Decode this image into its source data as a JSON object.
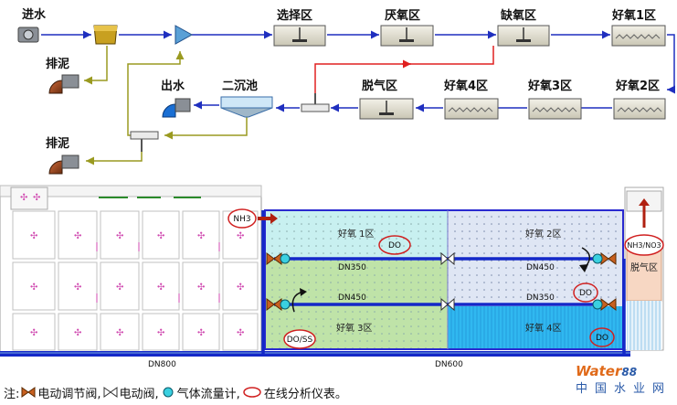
{
  "flow": {
    "inlet": "进水",
    "zones_top": [
      "选择区",
      "厌氧区",
      "缺氧区",
      "好氧1区"
    ],
    "zones_mid": [
      "脱气区",
      "好氧4区",
      "好氧3区",
      "好氧2区"
    ],
    "clarifier": "二沉池",
    "outlet": "出水",
    "sludge_1": "排泥",
    "sludge_2": "排泥"
  },
  "plan": {
    "zones": [
      "好氧 1区",
      "好氧 2区",
      "好氧 3区",
      "好氧 4区"
    ],
    "degas": "脱气区",
    "badges": [
      "NH3",
      "DO",
      "DO",
      "DO/SS",
      "DO",
      "NH3/NO3"
    ],
    "pipes": [
      "DN350",
      "DN450",
      "DN450",
      "DN350",
      "DN800",
      "DN600"
    ]
  },
  "legend": {
    "prefix": "注:",
    "items": [
      "电动调节阀,",
      "电动阀,",
      "气体流量计,",
      "在线分析仪表。"
    ]
  },
  "watermark": {
    "en": "Water",
    "num": "88",
    "cn": "中国水业网"
  },
  "colors": {
    "flow_line": "#1f2fbf",
    "sludge_line": "#9a9a20",
    "red_line": "#e02020",
    "aerobic1": "#c8f0f0",
    "aerobic2": "#dfe6f4",
    "aerobic3": "#bfe3a8",
    "aerobic4": "#30b8f0",
    "degas": "#f7d7c3"
  }
}
